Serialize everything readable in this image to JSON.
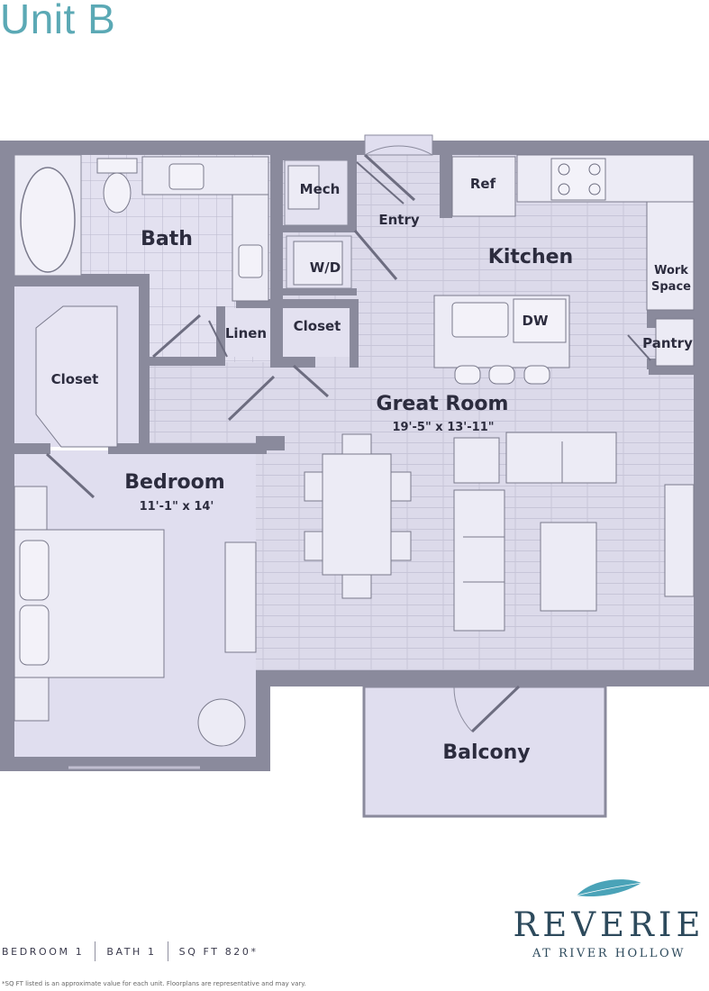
{
  "title": "Unit B",
  "rooms": {
    "bath": "Bath",
    "mech": "Mech",
    "entry": "Entry",
    "ref": "Ref",
    "kitchen": "Kitchen",
    "work_space_1": "Work",
    "work_space_2": "Space",
    "wd": "W/D",
    "dw": "DW",
    "pantry": "Pantry",
    "linen": "Linen",
    "closet_hall": "Closet",
    "closet_bed": "Closet",
    "great_room": "Great Room",
    "great_room_dim": "19'-5\" x 13'-11\"",
    "bedroom": "Bedroom",
    "bedroom_dim": "11'-1\" x 14'",
    "balcony": "Balcony"
  },
  "stats": {
    "bedroom": "BEDROOM 1",
    "bath": "BATH 1",
    "sqft": "SQ FT 820*"
  },
  "disclaimer": "*SQ FT listed is an approximate value for each unit.  Floorplans are representative and may vary.",
  "brand": {
    "name": "REVERIE",
    "sub": "AT RIVER HOLLOW",
    "leaf_color": "#4aa3b8",
    "text_color": "#2d4a5c"
  },
  "colors": {
    "wall": "#8a8a9c",
    "room": "#e0deef",
    "floor_line": "#c9c7d9",
    "fixture": "#ecebf5"
  }
}
